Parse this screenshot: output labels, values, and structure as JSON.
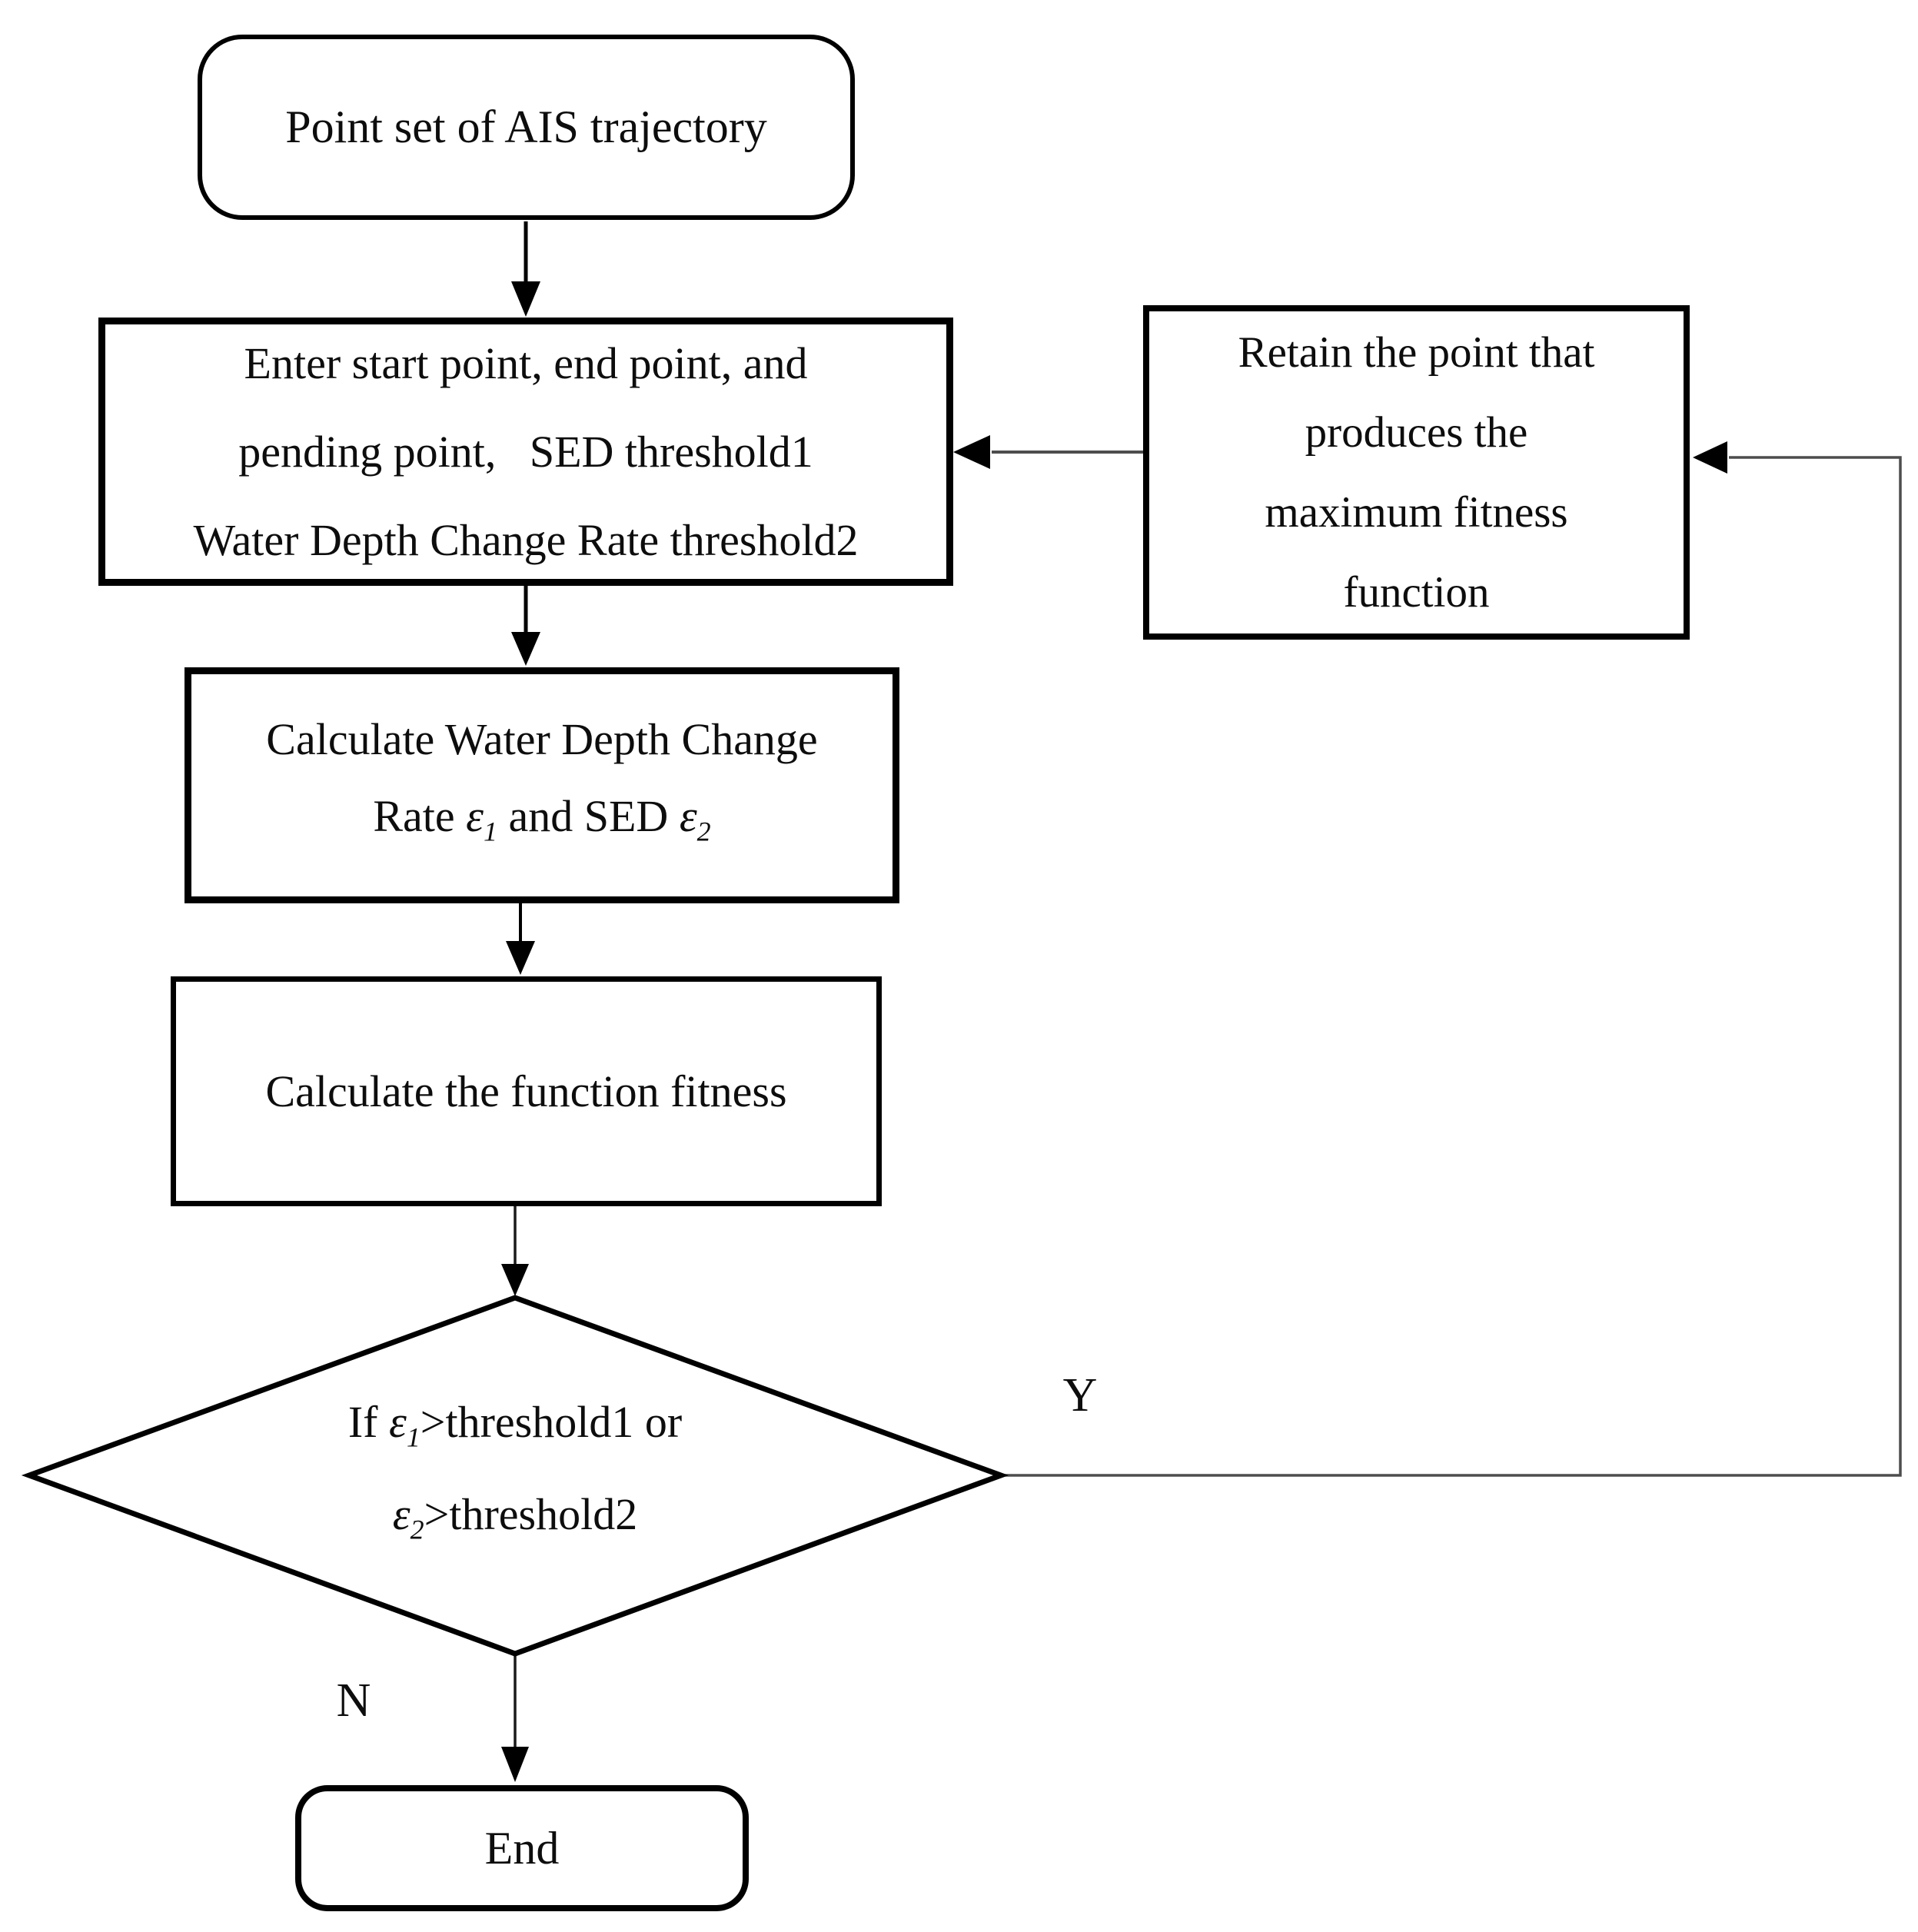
{
  "nodes": {
    "start": {
      "text": "Point set of AIS trajectory"
    },
    "input": {
      "line1": "Enter start point, end point, and",
      "line2": "pending point,   SED threshold1",
      "line3": "Water Depth Change Rate threshold2"
    },
    "calc_rate": {
      "line1": "Calculate Water Depth Change",
      "line2": {
        "p1": "Rate ",
        "eps1": "ε",
        "sub1": "1",
        "p2": " and SED ",
        "eps2": "ε",
        "sub2": "2"
      }
    },
    "calc_fitness": {
      "text": "Calculate the function fitness"
    },
    "decision": {
      "line1": {
        "p1": "If ",
        "eps": "ε",
        "sub": "1",
        "p2": ">threshold1 or"
      },
      "line2": {
        "eps": "ε",
        "sub": "2",
        "p2": ">threshold2"
      }
    },
    "retain": {
      "line1": "Retain the point that",
      "line2": "produces the",
      "line3": "maximum fitness",
      "line4": "function"
    },
    "end": {
      "text": "End"
    }
  },
  "edge_labels": {
    "yes": "Y",
    "no": "N"
  },
  "colors": {
    "ink": "#0d0d0d",
    "shape_stroke": "#000000",
    "loop_line": "#4d4d4d",
    "background": "#ffffff"
  }
}
